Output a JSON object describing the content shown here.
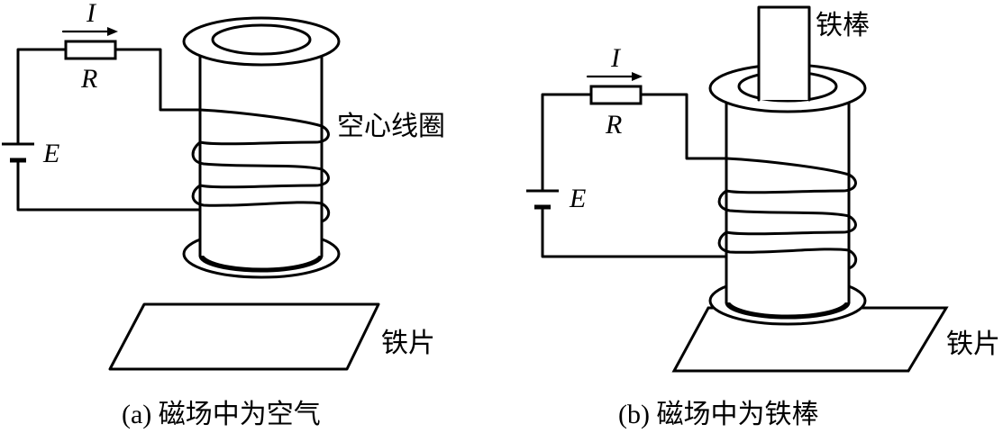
{
  "panel_a": {
    "current_label": "I",
    "resistor_label": "R",
    "emf_label": "E",
    "coil_label": "空心线圈",
    "plate_label": "铁片",
    "caption": "(a) 磁场中为空气"
  },
  "panel_b": {
    "current_label": "I",
    "resistor_label": "R",
    "emf_label": "E",
    "rod_label": "铁棒",
    "plate_label": "铁片",
    "caption": "(b) 磁场中为铁棒"
  }
}
